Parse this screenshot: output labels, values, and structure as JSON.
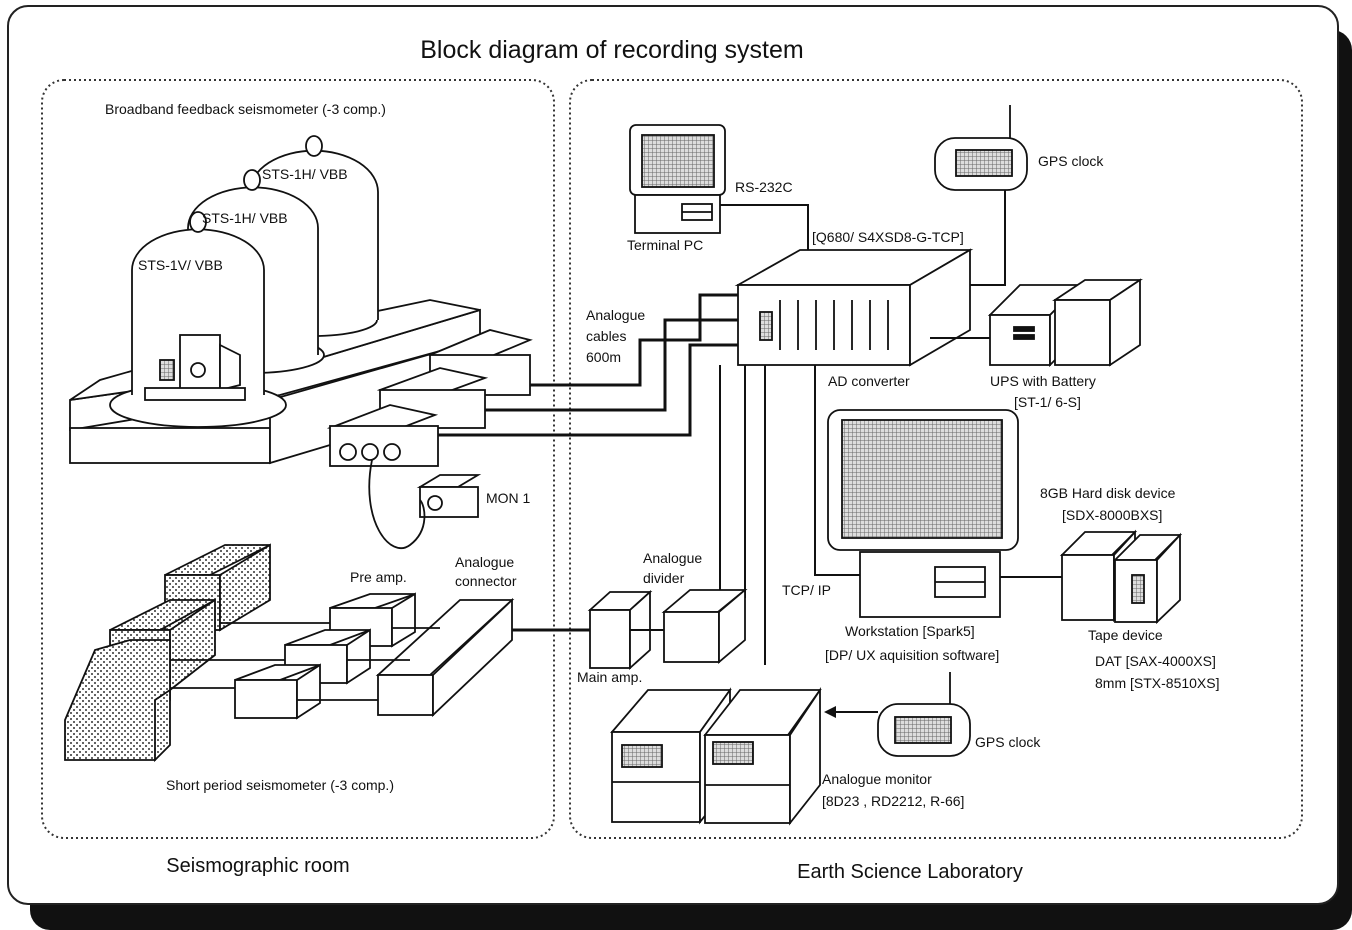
{
  "title": "Block diagram of recording system",
  "rooms": {
    "seismographic_room": "Seismographic room",
    "earth_science_lab": "Earth Science Laboratory"
  },
  "labels": {
    "broadband": "Broadband feedback seismometer (-3 comp.)",
    "sts1h_a": "STS-1H/ VBB",
    "sts1h_b": "STS-1H/ VBB",
    "sts1v": "STS-1V/ VBB",
    "mon1": "MON 1",
    "short_period": "Short period seismometer (-3 comp.)",
    "pre_amp": "Pre amp.",
    "analogue_connector_1": "Analogue",
    "analogue_connector_2": "connector",
    "analogue_cables_1": "Analogue",
    "analogue_cables_2": "cables",
    "analogue_cables_3": "600m",
    "terminal_pc": "Terminal PC",
    "rs232c": "RS-232C",
    "q680": "[Q680/ S4XSD8-G-TCP]",
    "gps_clock_top": "GPS clock",
    "ad_converter": "AD converter",
    "ups": "UPS with Battery",
    "ups_model": "[ST-1/ 6-S]",
    "hdd": "8GB Hard disk device",
    "hdd_model": "[SDX-8000BXS]",
    "tcpip": "TCP/ IP",
    "workstation": "Workstation [Spark5]",
    "software": "[DP/ UX aquisition software]",
    "tape": "Tape device",
    "dat": "DAT [SAX-4000XS]",
    "mm8": "8mm [STX-8510XS]",
    "analogue_divider_1": "Analogue",
    "analogue_divider_2": "divider",
    "main_amp": "Main amp.",
    "gps_clock_bottom": "GPS clock",
    "analogue_monitor": "Analogue monitor",
    "monitor_models": "[8D23 , RD2212, R-66]"
  },
  "colors": {
    "line": "#111111",
    "fill": "#ffffff",
    "shadow": "#111111"
  }
}
